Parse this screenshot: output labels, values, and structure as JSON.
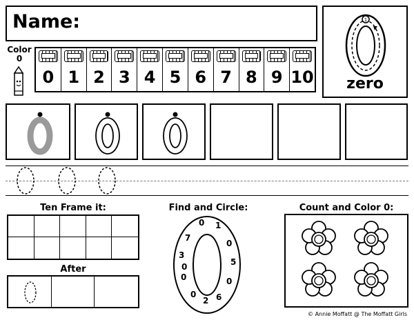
{
  "header": {
    "name_label": "Name:",
    "zero_word": "zero"
  },
  "color_section": {
    "label_line1": "Color",
    "label_line2": "0"
  },
  "number_strip": {
    "numbers": [
      "0",
      "1",
      "2",
      "3",
      "4",
      "5",
      "6",
      "7",
      "8",
      "9",
      "10"
    ]
  },
  "ten_frame": {
    "title": "Ten Frame it:"
  },
  "after": {
    "title": "After"
  },
  "find_circle": {
    "title": "Find and Circle:",
    "digits": [
      "0",
      "1",
      "0",
      "5",
      "0",
      "6",
      "2",
      "0",
      "0",
      "3",
      "0",
      "7"
    ]
  },
  "count_color": {
    "title": "Count and Color 0:"
  },
  "footer": {
    "credit": "© Annie Moffatt @ The Moffatt Girls"
  }
}
